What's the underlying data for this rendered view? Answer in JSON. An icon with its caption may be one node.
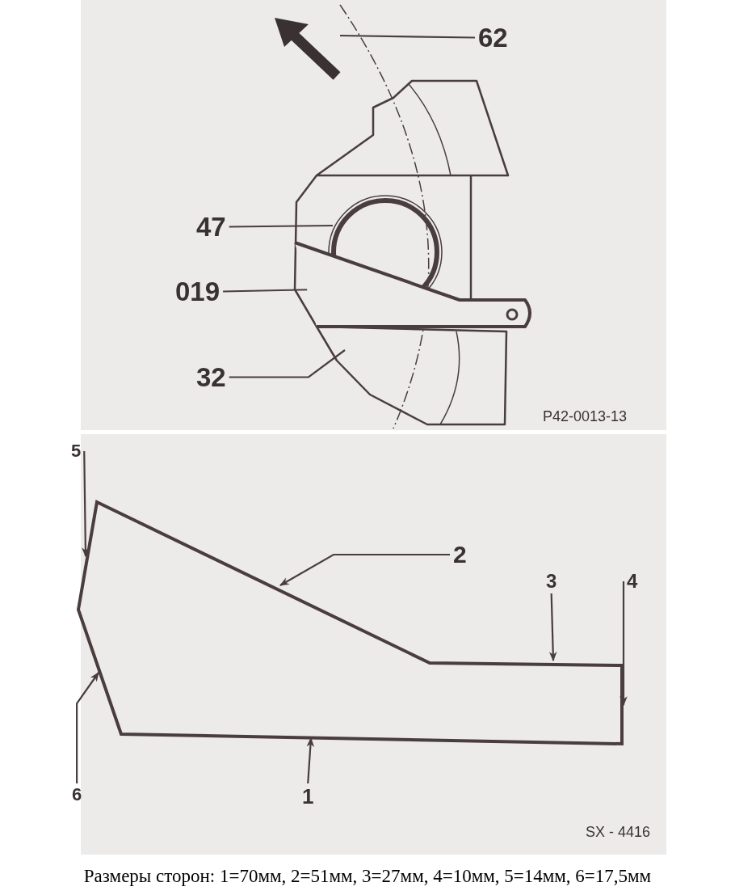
{
  "diagram": {
    "caption": "Размеры сторон: 1=70мм, 2=51мм, 3=27мм, 4=10мм, 5=14мм, 6=17,5мм",
    "nodes": [
      {
        "text": [
          "62"
        ]
      },
      {
        "text": [],
        "shape": "picture"
      },
      {
        "text": [
          "47"
        ]
      },
      {
        "text": [
          "019"
        ]
      },
      {
        "text": [
          "32"
        ]
      },
      {
        "text": [
          "5"
        ]
      },
      {
        "text": [],
        "shape": "picture"
      },
      {
        "text": [
          "2"
        ]
      },
      {
        "text": [
          "3"
        ]
      },
      {
        "text": [
          "4"
        ]
      },
      {
        "text": [
          "6"
        ]
      },
      {
        "text": [
          "1"
        ]
      }
    ],
    "edges": [
      {
        "from": 0,
        "to": null,
        "arrow": "none"
      },
      {
        "from": 2,
        "to": 1,
        "arrow": "none"
      },
      {
        "from": 3,
        "to": 1,
        "arrow": "none"
      },
      {
        "from": 4,
        "to": 1,
        "arrow": "none"
      },
      {
        "from": 5,
        "to": 6,
        "arrow": "to"
      },
      {
        "from": 7,
        "to": 6,
        "arrow": "to"
      },
      {
        "from": 8,
        "to": 6,
        "arrow": "to"
      },
      {
        "from": 9,
        "to": 6,
        "arrow": "to"
      },
      {
        "from": 10,
        "to": 6,
        "arrow": "to"
      },
      {
        "from": 11,
        "to": 6,
        "arrow": "to"
      }
    ],
    "labels": [
      "P42-0013-13",
      "SX - 4416"
    ]
  }
}
